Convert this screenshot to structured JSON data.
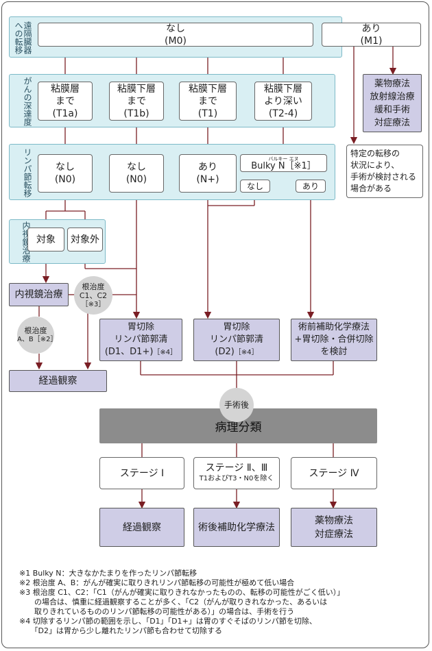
{
  "colors": {
    "band_fill": "#d9eff3",
    "band_border": "#7cb9c7",
    "line": "#7a1e24",
    "purple_box": "#cfcde6",
    "gray_circle": "#d4d4d4",
    "pathology_bar": "#8c8c8c"
  },
  "rows": {
    "metastasis": {
      "label": "遠隔臓器への転移",
      "none": {
        "line1": "なし",
        "line2": "(M0)"
      },
      "present": {
        "line1": "あり",
        "line2": "(M1)"
      }
    },
    "depth": {
      "label": "がんの深達度",
      "items": [
        {
          "line1": "粘膜層",
          "line2": "まで",
          "line3": "(T1a)"
        },
        {
          "line1": "粘膜下層",
          "line2": "まで",
          "line3": "(T1b)"
        },
        {
          "line1": "粘膜下層",
          "line2": "まで",
          "line3": "(T1)"
        },
        {
          "line1": "粘膜下層",
          "line2": "より深い",
          "line3": "(T2-4)"
        }
      ]
    },
    "lymph": {
      "label": "リンパ節転移",
      "items": [
        {
          "line1": "なし",
          "line2": "(N0)"
        },
        {
          "line1": "なし",
          "line2": "(N0)"
        },
        {
          "line1": "あり",
          "line2": "(N+)"
        }
      ],
      "bulky": {
        "ruby": "バルキー エヌ",
        "text": "Bulky N［※1］",
        "no": "なし",
        "yes": "あり"
      }
    },
    "endoscopy": {
      "label": "内視鏡治療",
      "target": "対象",
      "non_target": "対象外"
    }
  },
  "m1_treatment": {
    "lines": [
      "薬物療法",
      "放射線治療",
      "緩和手術",
      "対症療法"
    ]
  },
  "m1_note": {
    "lines": [
      "特定の転移の",
      "状況により、",
      "手術が検討される",
      "場合がある"
    ]
  },
  "endo_treatment": "内視鏡治療",
  "cure_ab": {
    "line1": "根治度",
    "line2": "A、B［※2］"
  },
  "cure_c": {
    "line1": "根治度",
    "line2": "C1、C2",
    "line3": "［※3］"
  },
  "observe_1": "経過観察",
  "surgery_d1": {
    "line1": "胃切除",
    "line2": "リンパ節郭清",
    "line3": "(D1、D1+)",
    "note": "［※4］"
  },
  "surgery_d2": {
    "line1": "胃切除",
    "line2": "リンパ節郭清",
    "line3": "(D2)",
    "note": "［※4］"
  },
  "neoadjuvant": {
    "line1": "術前補助化学療法",
    "line2": "+胃切除・合併切除",
    "line3": "を検討"
  },
  "post_op": "手術後",
  "pathology": "病理分類",
  "stages": [
    {
      "text": "ステージ Ⅰ",
      "sub": ""
    },
    {
      "text": "ステージ Ⅱ、Ⅲ",
      "sub": "T1およびT3・N0を除く"
    },
    {
      "text": "ステージ Ⅳ",
      "sub": ""
    }
  ],
  "stage_results": [
    {
      "line1": "経過観察",
      "line2": ""
    },
    {
      "line1": "術後補助化学療法",
      "line2": ""
    },
    {
      "line1": "薬物療法",
      "line2": "対症療法"
    }
  ],
  "notes": [
    "※1 Bulky N：大きなかたまりを作ったリンパ節転移",
    "※2 根治度 A、B：がんが確実に取りきれリンパ節転移の可能性が極めて低い場合",
    "※3 根治度 C1、C2：「C1（がんが確実に取りきれなかったものの、転移の可能性がごく低い）」",
    "　　の場合は、慎重に経過観察することが多く、「C2（がんが取りきれなかった、あるいは",
    "　　取りきれているもののリンパ節転移の可能性がある）」の場合は、手術を行う",
    "※4 切除するリンパ節の範囲を示し、「D1」「D1+」は胃のすぐそばのリンパ節を切除、",
    "　　「D2」は胃から少し離れたリンパ節も合わせて切除する"
  ]
}
